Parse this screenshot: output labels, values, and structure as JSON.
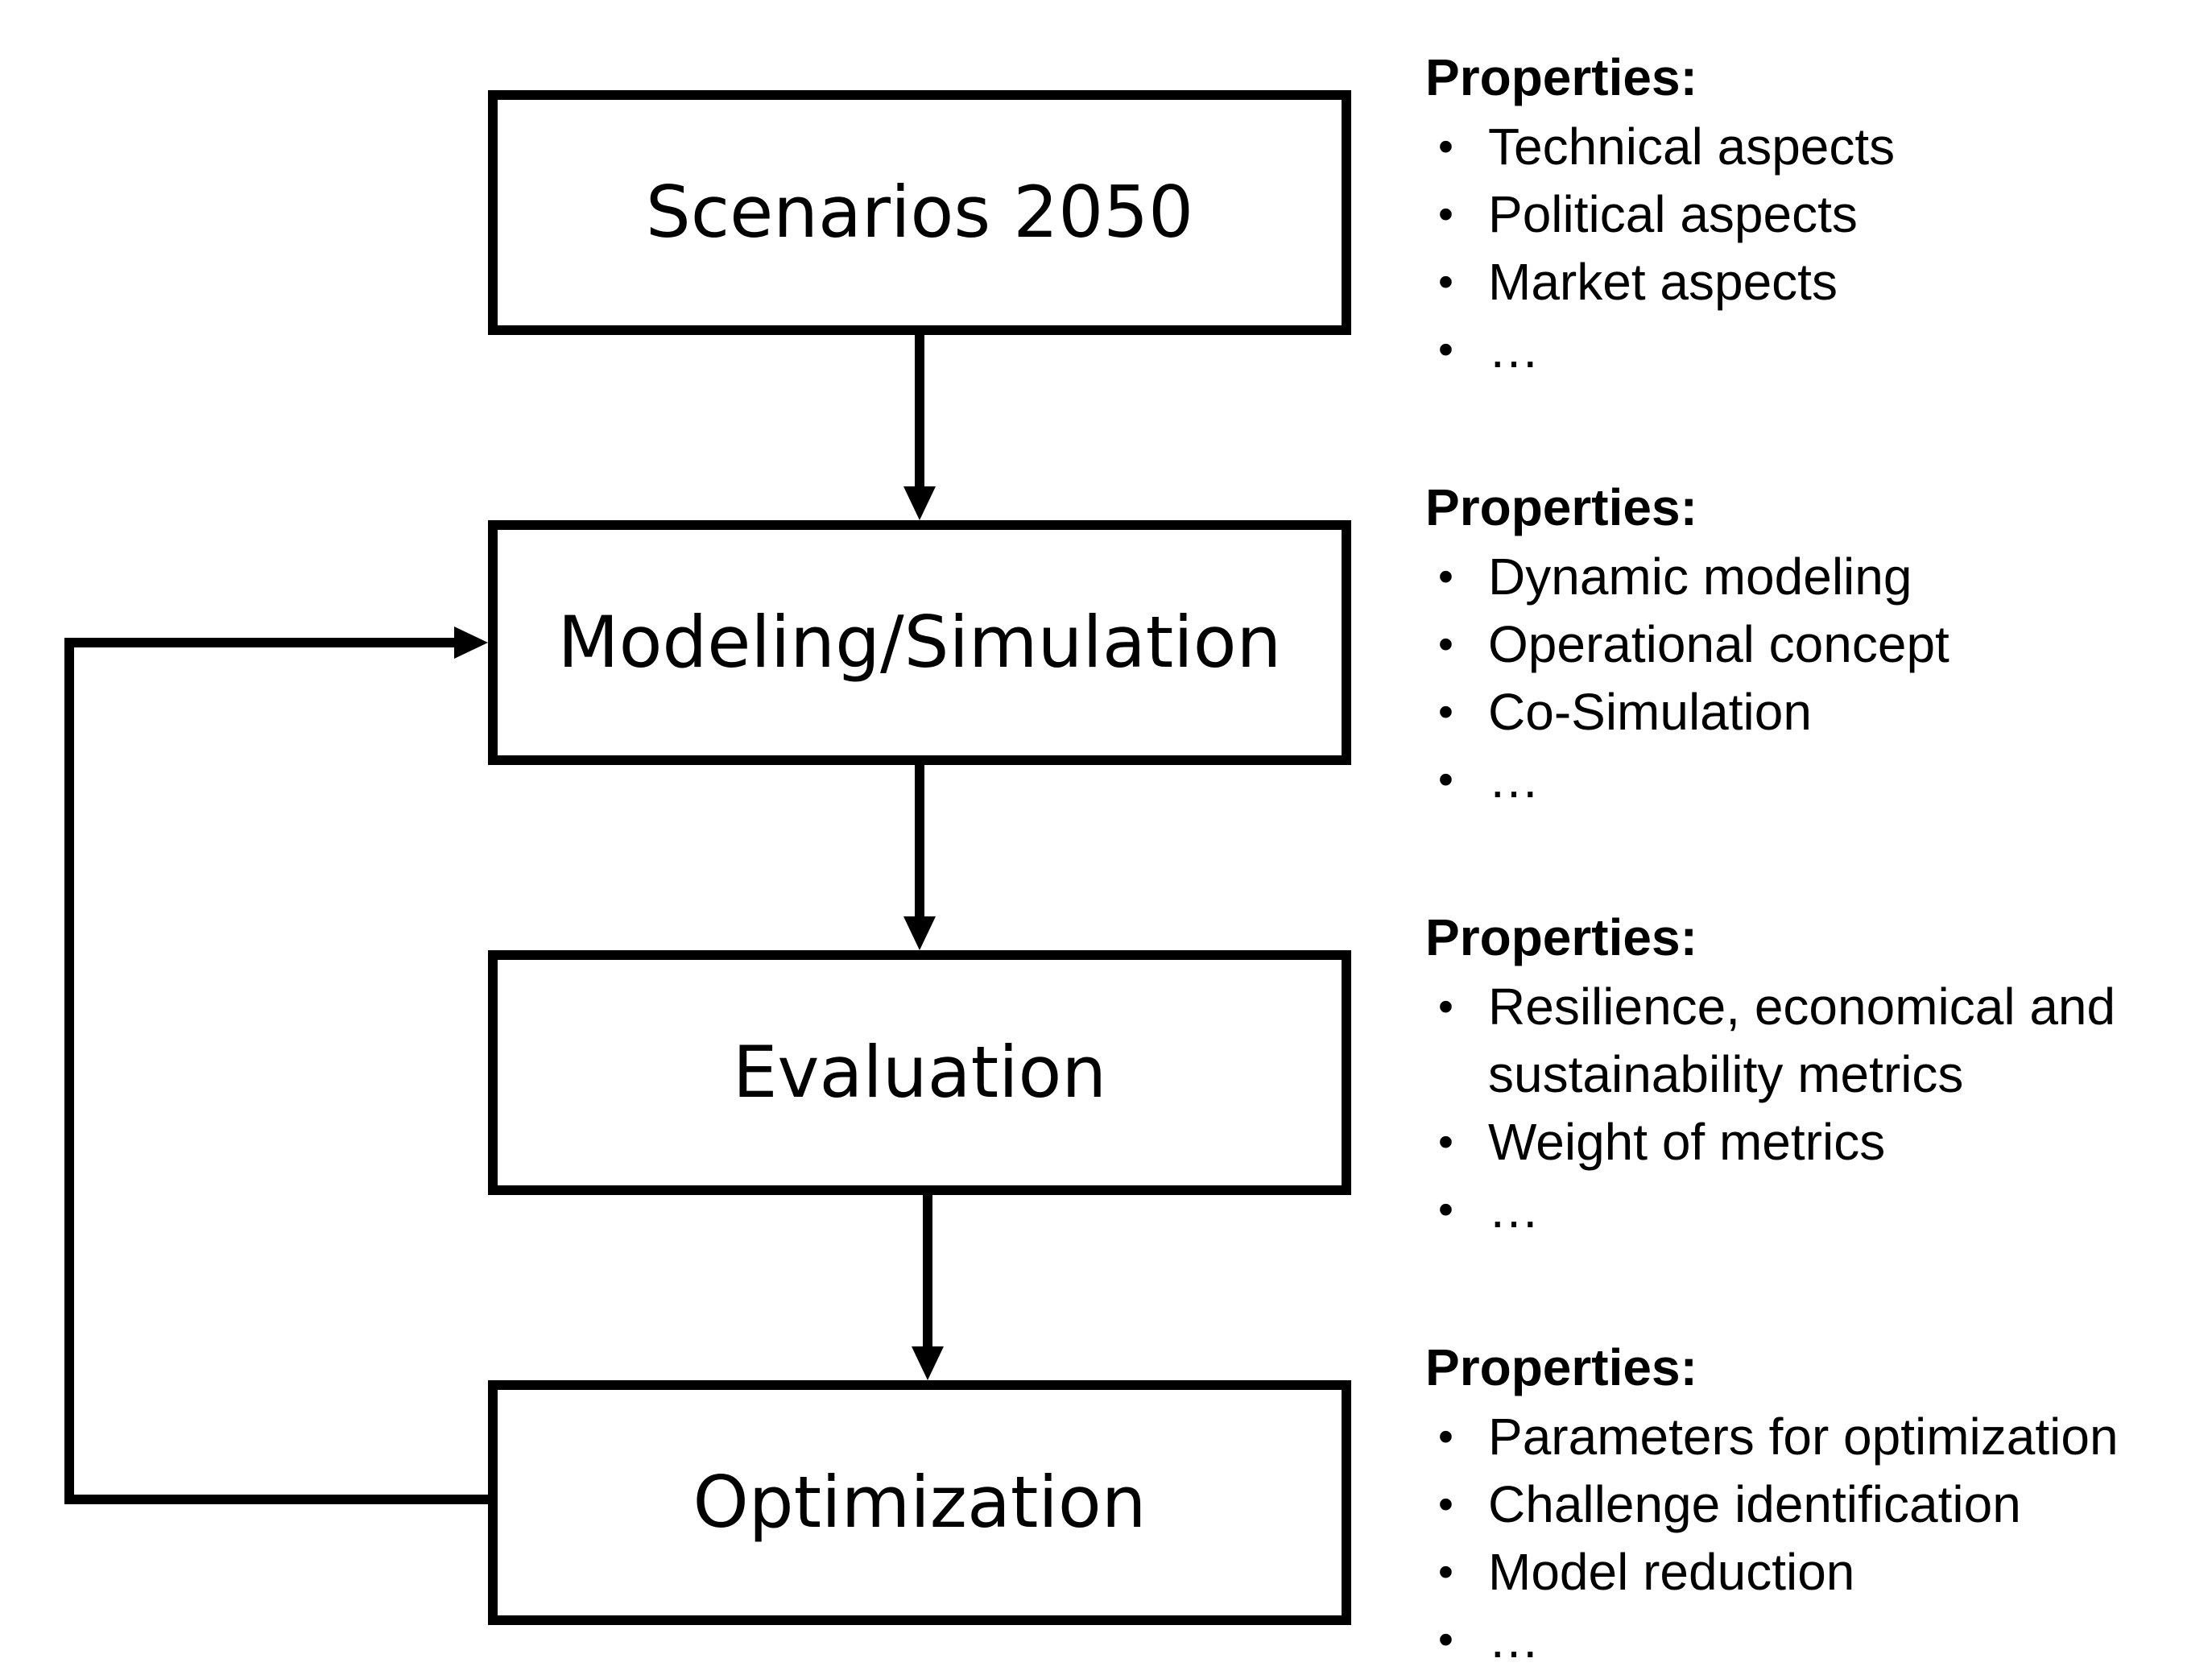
{
  "colors": {
    "stroke": "#000000",
    "background": "#ffffff"
  },
  "steps": [
    {
      "label": "Scenarios 2050",
      "properties": {
        "heading": "Properties:",
        "items": [
          "Technical aspects",
          "Political aspects",
          "Market aspects",
          "…"
        ]
      }
    },
    {
      "label": "Modeling/Simulation",
      "properties": {
        "heading": "Properties:",
        "items": [
          "Dynamic modeling",
          "Operational concept",
          "Co-Simulation",
          "…"
        ]
      }
    },
    {
      "label": "Evaluation",
      "properties": {
        "heading": "Properties:",
        "items": [
          "Resilience, economical and sustainability metrics",
          "Weight of metrics",
          "…"
        ]
      }
    },
    {
      "label": "Optimization",
      "properties": {
        "heading": "Properties:",
        "items": [
          "Parameters for optimization",
          "Challenge identification",
          "Model reduction",
          "…"
        ]
      }
    }
  ],
  "bullet_symbol": "•"
}
